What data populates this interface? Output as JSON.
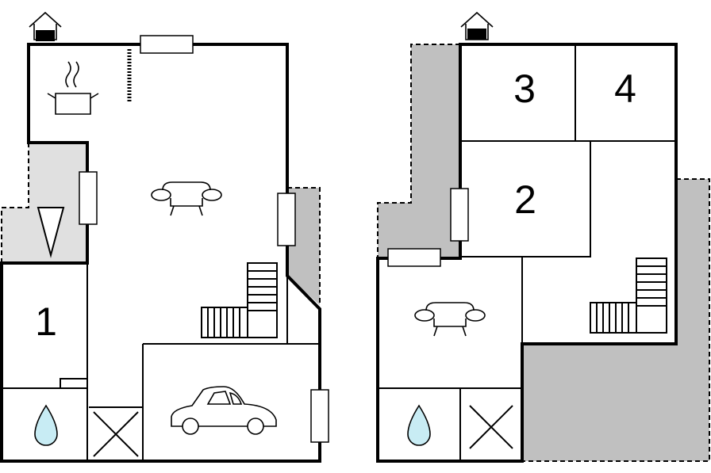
{
  "floor_plan": {
    "ground_floor": {
      "rooms": [
        {
          "label": "1"
        }
      ]
    },
    "upper_floor": {
      "rooms": [
        {
          "label": "2"
        },
        {
          "label": "3"
        },
        {
          "label": "4"
        }
      ]
    },
    "icons": [
      "home-icon",
      "kitchen-pot-icon",
      "sofa-icon",
      "entrance-arrow-icon",
      "stairs-icon",
      "water-drop-icon",
      "toilet-cross-icon",
      "car-icon"
    ],
    "colors": {
      "terrace": "#c0c0c0",
      "entrance": "#e0e0e0",
      "water": "#c8ecf4",
      "wall": "#000000"
    }
  }
}
